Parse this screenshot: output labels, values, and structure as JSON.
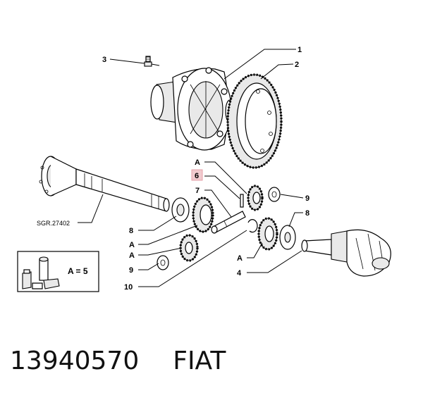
{
  "diagram": {
    "callouts": {
      "c1": "1",
      "c2": "2",
      "c3": "3",
      "c4": "4",
      "c6": "6",
      "c7": "7",
      "c8a": "8",
      "c8b": "8",
      "c9a": "9",
      "c9b": "9",
      "c10": "10",
      "cA1": "A",
      "cA2": "A",
      "cA3": "A",
      "cA4": "A"
    },
    "highlight_color": "#e6a1a8",
    "reference": "SGR.27402",
    "legend": {
      "text": "A = 5"
    }
  },
  "footer": {
    "part_number": "13940570",
    "brand": "FIAT"
  }
}
